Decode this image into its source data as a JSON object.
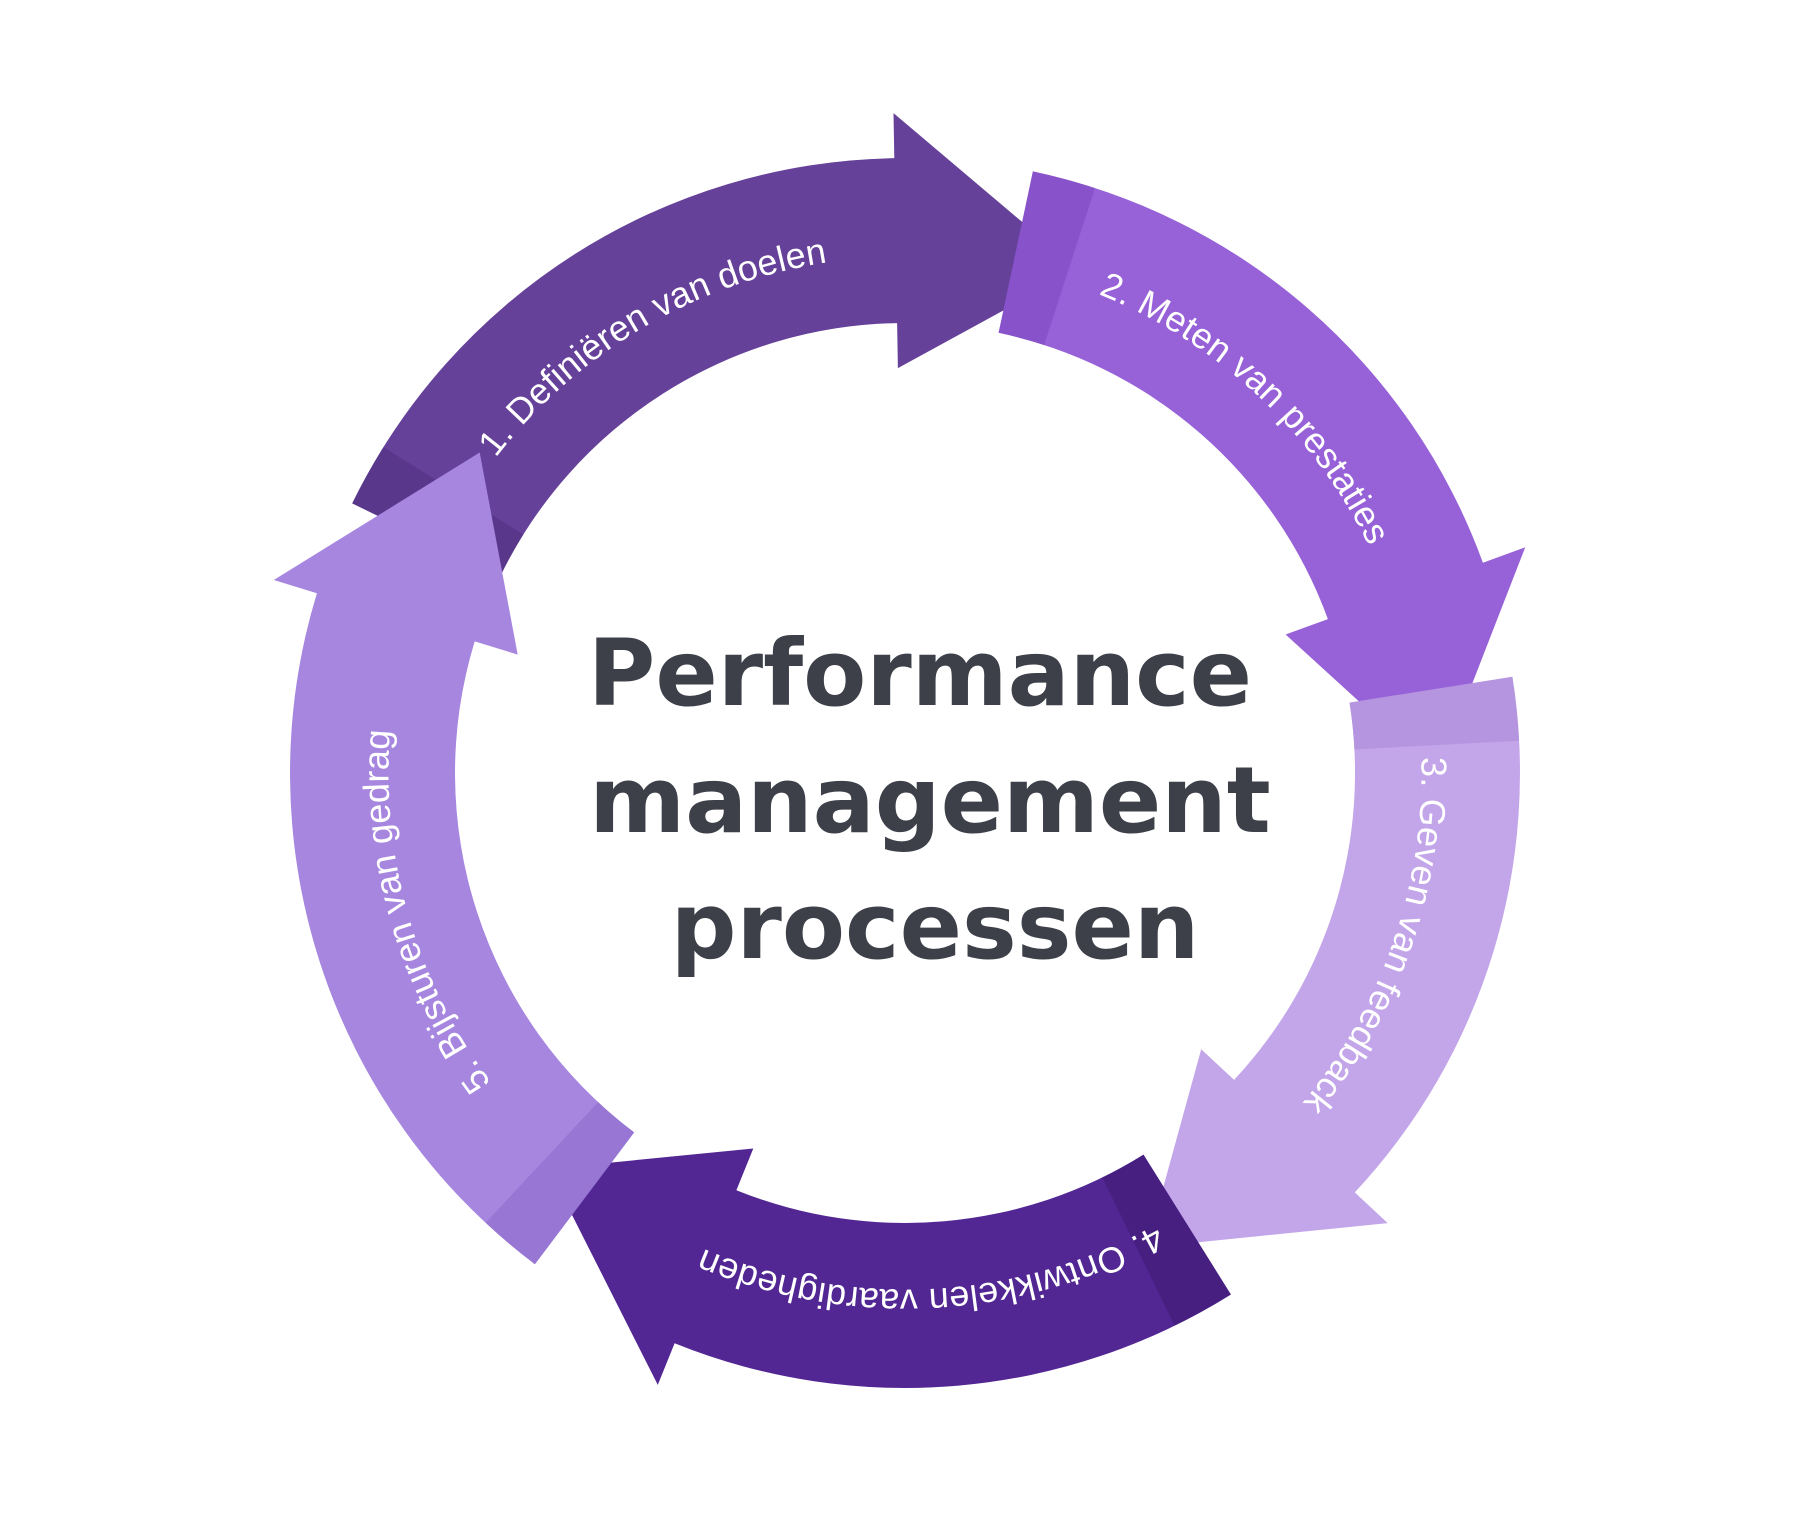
{
  "title_lines": [
    "Performance",
    "management",
    "processen"
  ],
  "steps": [
    {
      "label": "1. Definiëren van doelen",
      "color": "#66419a",
      "shade": "#4f2f80"
    },
    {
      "label": "2. Meten van prestaties",
      "color": "#9761d8",
      "shade": "#7c49c0"
    },
    {
      "label": "3. Geven van feedback",
      "color": "#c3a5e9",
      "shade": "#a988d8"
    },
    {
      "label": "4. Ontwikkelen vaardigheden",
      "color": "#522793",
      "shade": "#3c1a73"
    },
    {
      "label": "5. Bijsturen van gedrag",
      "color": "#a786e0",
      "shade": "#8d6acb"
    }
  ],
  "title_color": "#3d4049"
}
